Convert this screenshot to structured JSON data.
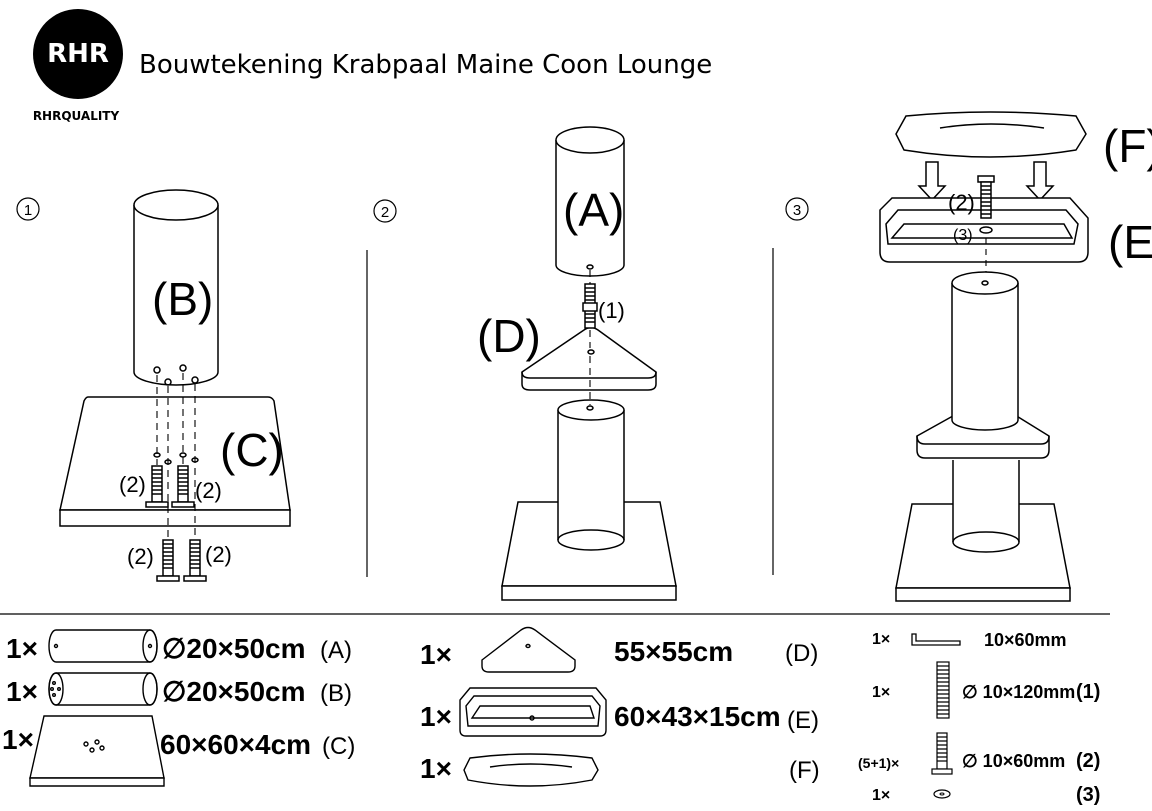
{
  "header": {
    "logo_text": "RHR",
    "brand": "RHRQUALITY",
    "title": "Bouwtekening Krabpaal Maine Coon Lounge"
  },
  "steps": {
    "s1": "1",
    "s2": "2",
    "s3": "3"
  },
  "labels": {
    "A": "(A)",
    "B": "(B)",
    "C": "(C)",
    "D": "(D)",
    "E": "(E)",
    "F": "(F)",
    "p1": "(1)",
    "p2": "(2)",
    "p3": "(3)"
  },
  "parts": {
    "A": {
      "qty": "1×",
      "size": "∅20×50cm",
      "label": "(A)"
    },
    "B": {
      "qty": "1×",
      "size": "∅20×50cm",
      "label": "(B)"
    },
    "C": {
      "qty": "1×",
      "size": "60×60×4cm",
      "label": "(C)"
    },
    "D": {
      "qty": "1×",
      "size": "55×55cm",
      "label": "(D)"
    },
    "E": {
      "qty": "1×",
      "size": "60×43×15cm",
      "label": "(E)"
    },
    "F": {
      "qty": "1×",
      "size": "",
      "label": "(F)"
    }
  },
  "hardware": {
    "wrench": {
      "qty": "1×",
      "size": "10×60mm",
      "label": ""
    },
    "rod": {
      "qty": "1×",
      "size": "∅ 10×120mm",
      "label": "(1)"
    },
    "bolt": {
      "qty": "(5+1)×",
      "size": "∅ 10×60mm",
      "label": "(2)"
    },
    "washer": {
      "qty": "1×",
      "size": "",
      "label": "(3)"
    }
  }
}
